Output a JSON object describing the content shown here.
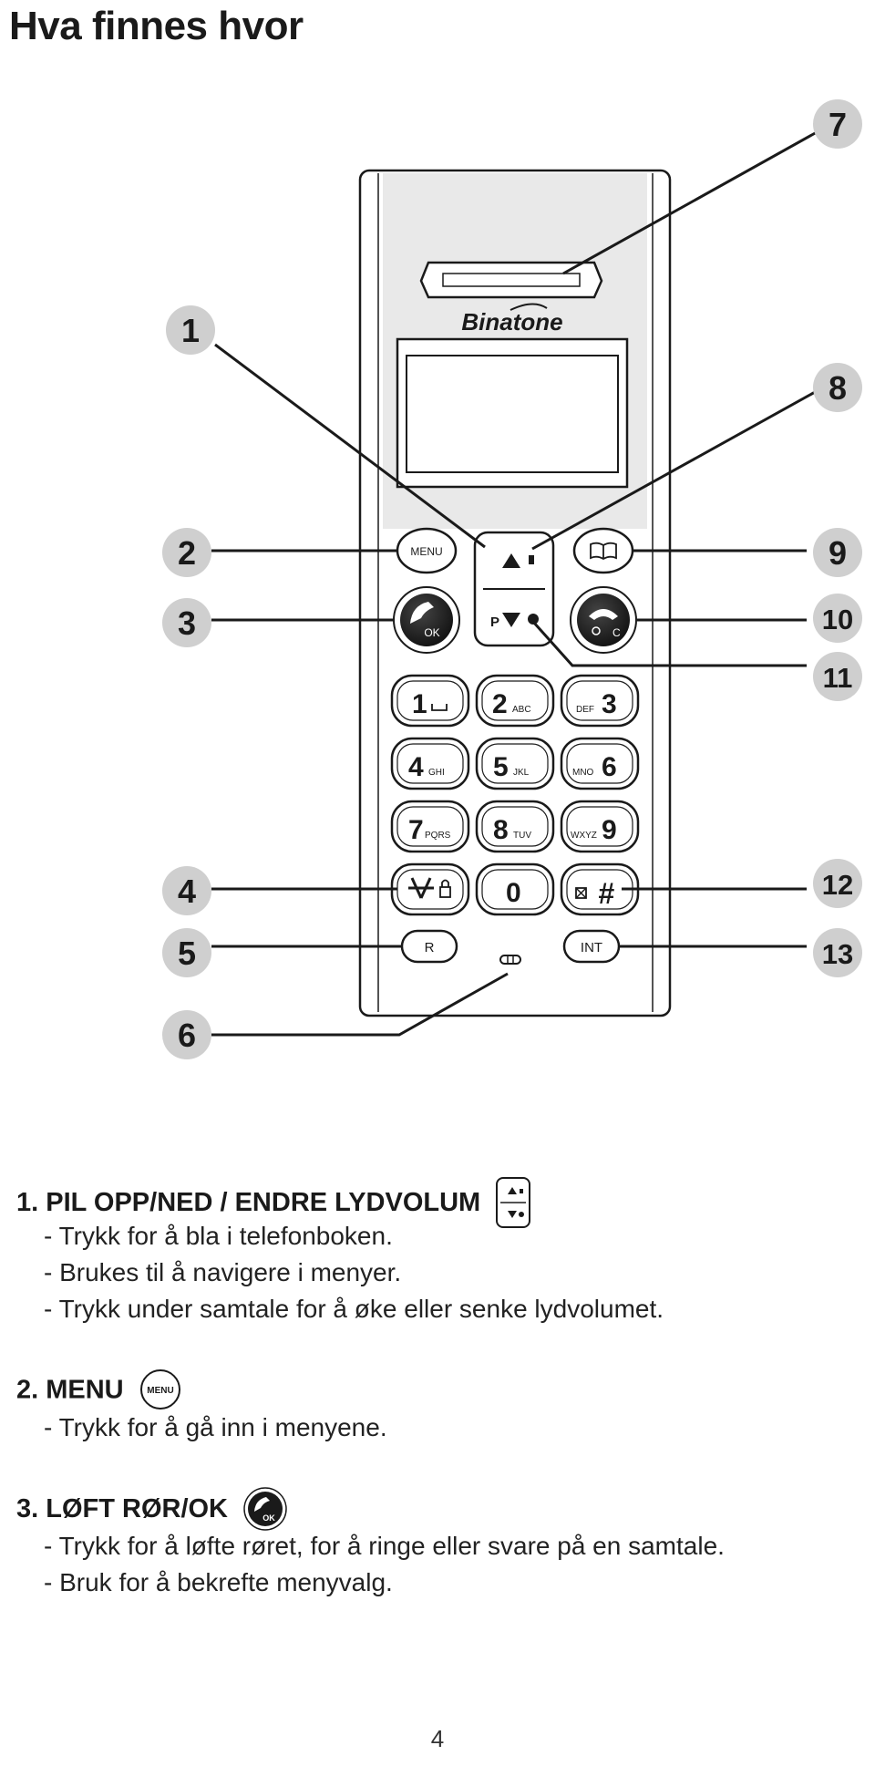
{
  "page": {
    "title": "Hva finnes hvor",
    "page_number": "4"
  },
  "phone": {
    "brand": "Binatone",
    "keys": {
      "menu": "MENU",
      "ok": "OK",
      "end_c": "C",
      "k1": "1",
      "k2": "2",
      "k2_sub": "ABC",
      "k3": "3",
      "k3_sub": "DEF",
      "k4": "4",
      "k4_sub": "GHI",
      "k5": "5",
      "k5_sub": "JKL",
      "k6": "6",
      "k6_sub": "MNO",
      "k7": "7",
      "k7_sub": "PQRS",
      "k8": "8",
      "k8_sub": "TUV",
      "k9": "9",
      "k9_sub": "WXYZ",
      "k0": "0",
      "hash": "#",
      "r": "R",
      "int": "INT",
      "p": "P"
    }
  },
  "callouts": [
    "1",
    "2",
    "3",
    "4",
    "5",
    "6",
    "7",
    "8",
    "9",
    "10",
    "11",
    "12",
    "13"
  ],
  "sections": [
    {
      "heading": "1. PIL OPP/NED / ENDRE LYDVOLUM",
      "lines": [
        "- Trykk for å bla i telefonboken.",
        "- Brukes til å navigere i menyer.",
        "- Trykk under samtale for å øke eller senke lydvolumet."
      ]
    },
    {
      "heading": "2. MENU",
      "lines": [
        "- Trykk for å gå inn i menyene."
      ]
    },
    {
      "heading": "3. LØFT RØR/OK",
      "lines": [
        "- Trykk for å løfte røret, for å ringe eller svare på en samtale.",
        "- Bruk for å bekrefte menyvalg."
      ]
    }
  ],
  "colors": {
    "callout_circle": "#cfcfcf",
    "ink": "#1a1a1a"
  }
}
